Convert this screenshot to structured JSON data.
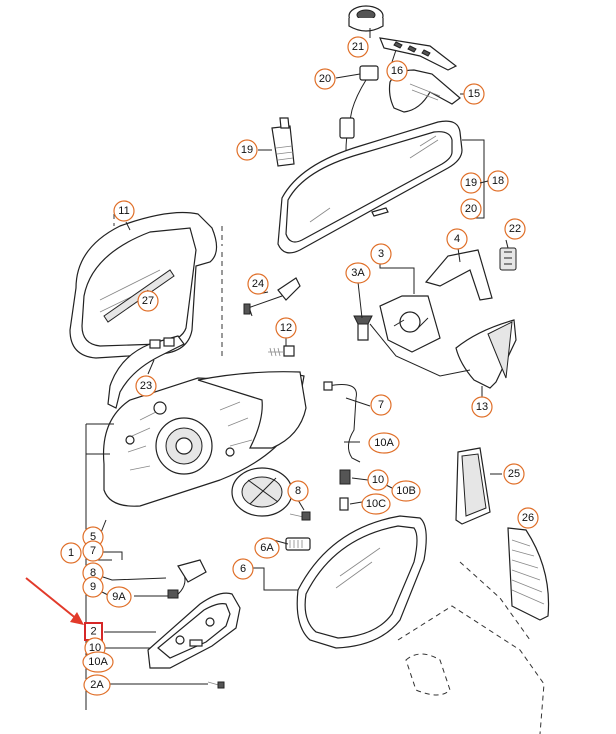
{
  "callouts": {
    "c21": "21",
    "c16": "16",
    "c20": "20",
    "c15": "15",
    "c19a": "19",
    "c19b": "19",
    "c18": "18",
    "c20b": "20",
    "c11": "11",
    "c27": "27",
    "c22": "22",
    "c4": "4",
    "c3": "3",
    "c3A": "3A",
    "c24": "24",
    "c12": "12",
    "c23": "23",
    "c7": "7",
    "c13": "13",
    "c10A": "10A",
    "c25": "25",
    "c10": "10",
    "c10B": "10B",
    "c10C": "10C",
    "c8": "8",
    "c26": "26",
    "c5": "5",
    "c1": "1",
    "c7b": "7",
    "c6A": "6A",
    "c6": "6",
    "c8b": "8",
    "c9": "9",
    "c9A": "9A",
    "c2": "2",
    "c10b": "10",
    "c10Ab": "10A",
    "c2A": "2A"
  },
  "highlight": {
    "label": "2",
    "color": "#d62828"
  },
  "colors": {
    "callout_stroke": "#e0702a",
    "arrow": "#e23a2a"
  }
}
